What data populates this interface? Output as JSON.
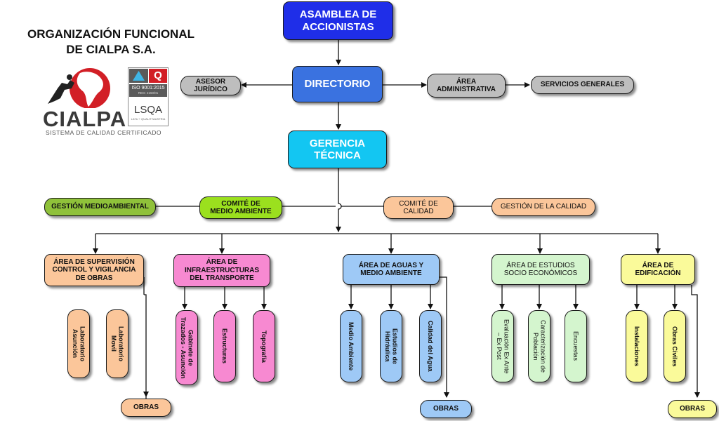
{
  "title": "ORGANIZACIÓN FUNCIONAL\nDE CIALPA S.A.",
  "logo": {
    "name": "CIALPA",
    "tagline": "SISTEMA DE CALIDAD CERTIFICADO",
    "cert_iso": "ISO 9001:2015",
    "cert_reg": "REG: 2150/01",
    "cert_brand": "LSQA",
    "cert_sub": "LATU + QUALITYAUSTRIA",
    "cert_letter": "Q"
  },
  "colors": {
    "asamblea": "#1f2ee8",
    "directorio": "#3a72e0",
    "gerencia": "#13c6f2",
    "gray": "#bebebe",
    "green_dark": "#8fc13a",
    "green_bright": "#9be01e",
    "peach": "#fbc69a",
    "pink": "#f789d1",
    "blue_light": "#9ec9f6",
    "green_light": "#d4f5ce",
    "yellow": "#fafa9a",
    "logo_red": "#d21f26"
  },
  "nodes": {
    "asamblea": "ASAMBLEA DE\nACCIONISTAS",
    "directorio": "DIRECTORIO",
    "asesor": "ASESOR\nJURÍDICO",
    "area_adm": "ÁREA\nADMINISTRATIVA",
    "servicios": "SERVICIOS GENERALES",
    "gerencia": "GERENCIA\nTÉCNICA",
    "gestion_medio": "GESTIÓN MEDIOAMBIENTAL",
    "comite_medio": "COMITÉ DE\nMEDIO AMBIENTE",
    "comite_calidad": "COMITÉ DE\nCALIDAD",
    "gestion_calidad": "GESTIÓN DE LA CALIDAD",
    "area_supervision": "ÁREA DE SUPERVISIÓN\nCONTROL Y VIGILANCIA\nDE OBRAS",
    "area_infra": "ÁREA DE\nINFRAESTRUCTURAS\nDEL TRANSPORTE",
    "area_aguas": "ÁREA DE AGUAS Y\nMEDIO AMBIENTE",
    "area_estudios": "ÁREA DE ESTUDIOS\nSOCIO ECONÓMICOS",
    "area_edif": "ÁREA DE\nEDIFICACIÓN",
    "lab_asuncion": "Laboratorio\nAsunción",
    "lab_movil": "Laboratorio\nMovil",
    "gabinete": "Gabinete de\nTrazados - Asunción",
    "estructuras": "Estructuras",
    "topografia": "Topografía",
    "medio_ambiente": "Medio Ambiente",
    "estudios_hidraulica": "Estudios de\nHidráulica",
    "calidad_agua": "Calidad del Agua",
    "evaluacion": "Evaluación Ex Ante\n– Ex Post",
    "caracterizacion": "Caracterización de\nPoblación",
    "encuestas": "Encuestas",
    "instalaciones": "Instalaciones",
    "obras_civiles": "Obras Civiles",
    "obras_1": "OBRAS",
    "obras_2": "OBRAS",
    "obras_3": "OBRAS"
  }
}
